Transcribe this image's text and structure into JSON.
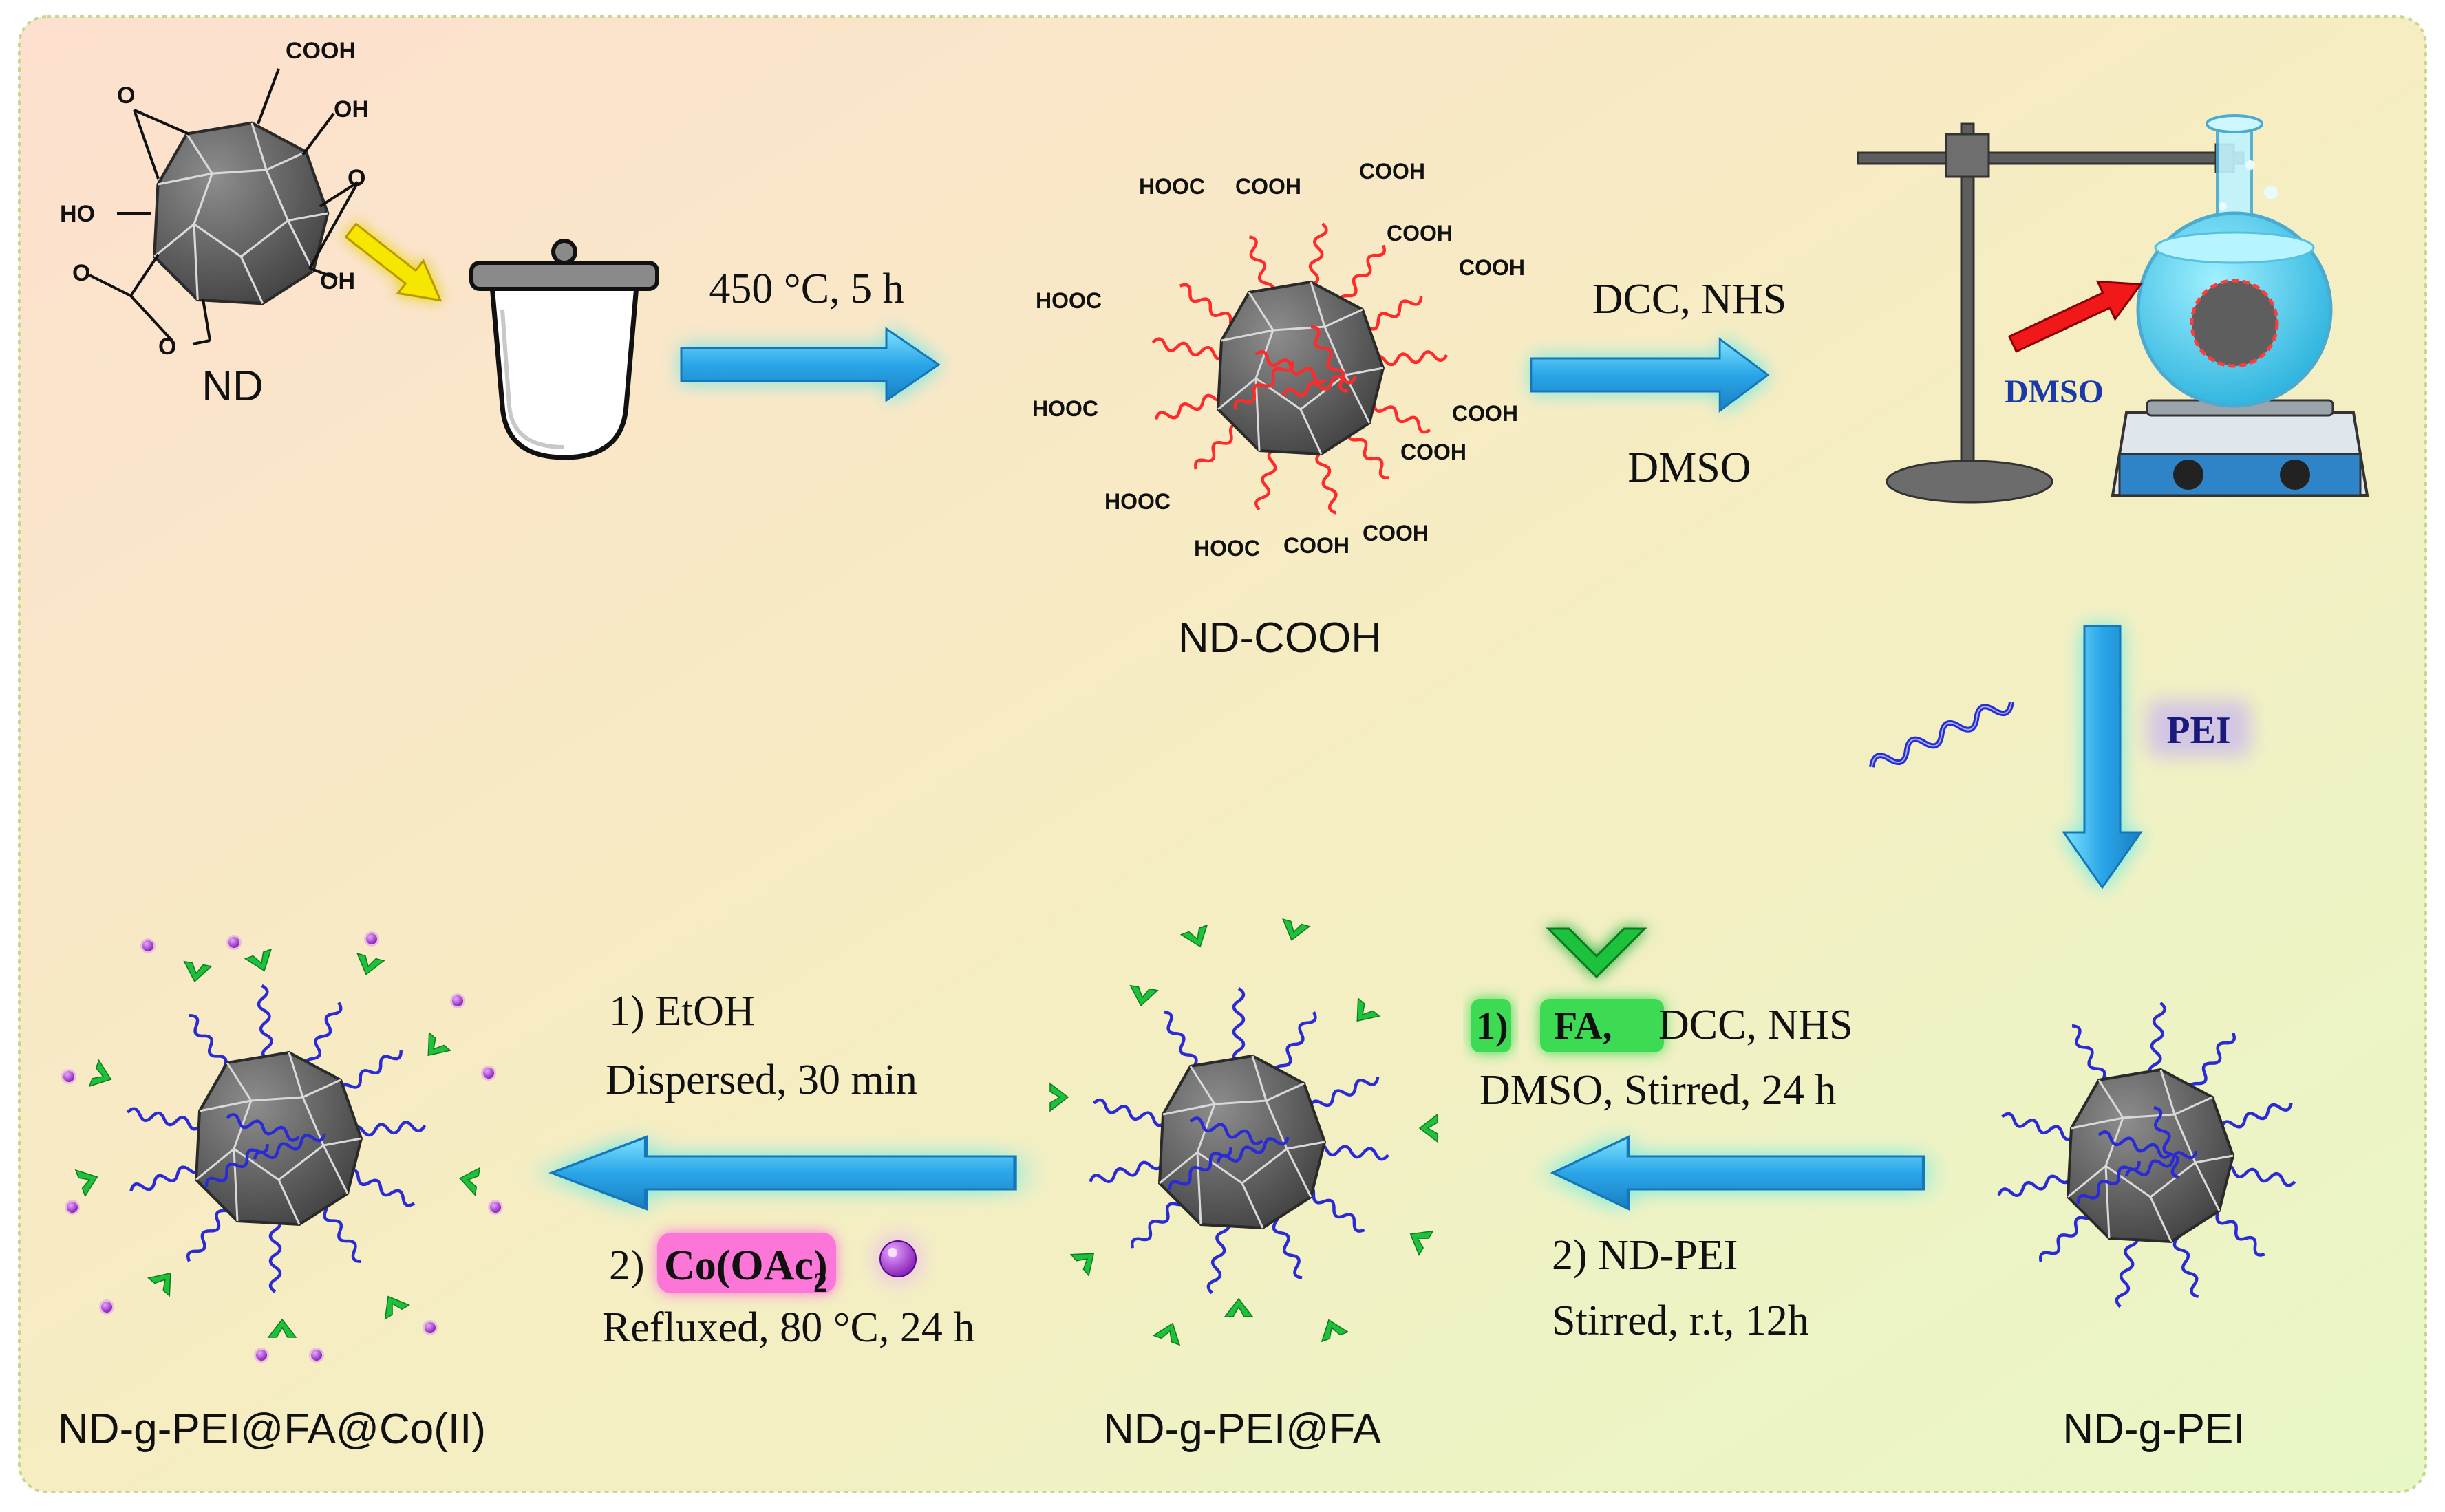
{
  "structures": {
    "nd": {
      "label": "ND",
      "groups": {
        "cooh": "COOH",
        "oh_top": "OH",
        "o_left": "O",
        "o_right": "O",
        "ho": "HO",
        "o_carbonyl": "O",
        "o_ring": "O",
        "oh_bottom": "OH"
      }
    },
    "nd_cooh": {
      "label": "ND-COOH"
    },
    "nd_g_pei": {
      "label": "ND-g-PEI"
    },
    "nd_g_pei_fa": {
      "label": "ND-g-PEI@FA"
    },
    "nd_g_pei_fa_co": {
      "label": "ND-g-PEI@FA@Co(II)"
    }
  },
  "acid_labels": [
    "HOOC",
    "COOH",
    "COOH",
    "COOH",
    "COOH",
    "HOOC",
    "HOOC",
    "COOH",
    "COOH",
    "HOOC",
    "HOOC",
    "COOH",
    "COOH"
  ],
  "steps": {
    "step1": {
      "conditions": "450 °C, 5 h"
    },
    "step2": {
      "top": "DCC, NHS",
      "bottom": "DMSO",
      "solvent_tag": "DMSO"
    },
    "step3": {
      "reagent": "PEI"
    },
    "step4": {
      "l1_num": "1)",
      "l1_fa": "FA,",
      "l1_rest": "DCC, NHS",
      "l2": "DMSO, Stirred, 24 h",
      "l3": "2) ND-PEI",
      "l4": "Stirred, r.t, 12h"
    },
    "step5": {
      "l1": "1)   EtOH",
      "l2": "Dispersed, 30 min",
      "l3_num": "2)",
      "l3_co": "Co(OAc)",
      "l3_sub": "2",
      "l4": "Refluxed, 80 °C, 24 h"
    }
  },
  "colors": {
    "arrow": "#2fb8ee",
    "arrow_glow": "#00e5ff",
    "pei_chain": "#2b2bd6",
    "acid_chain": "#ff2a2a",
    "folate": "#1ec23a",
    "cobalt": "#9b1fd0",
    "diamond": "#6f6f6f",
    "frame_border": "#c6d88e"
  }
}
